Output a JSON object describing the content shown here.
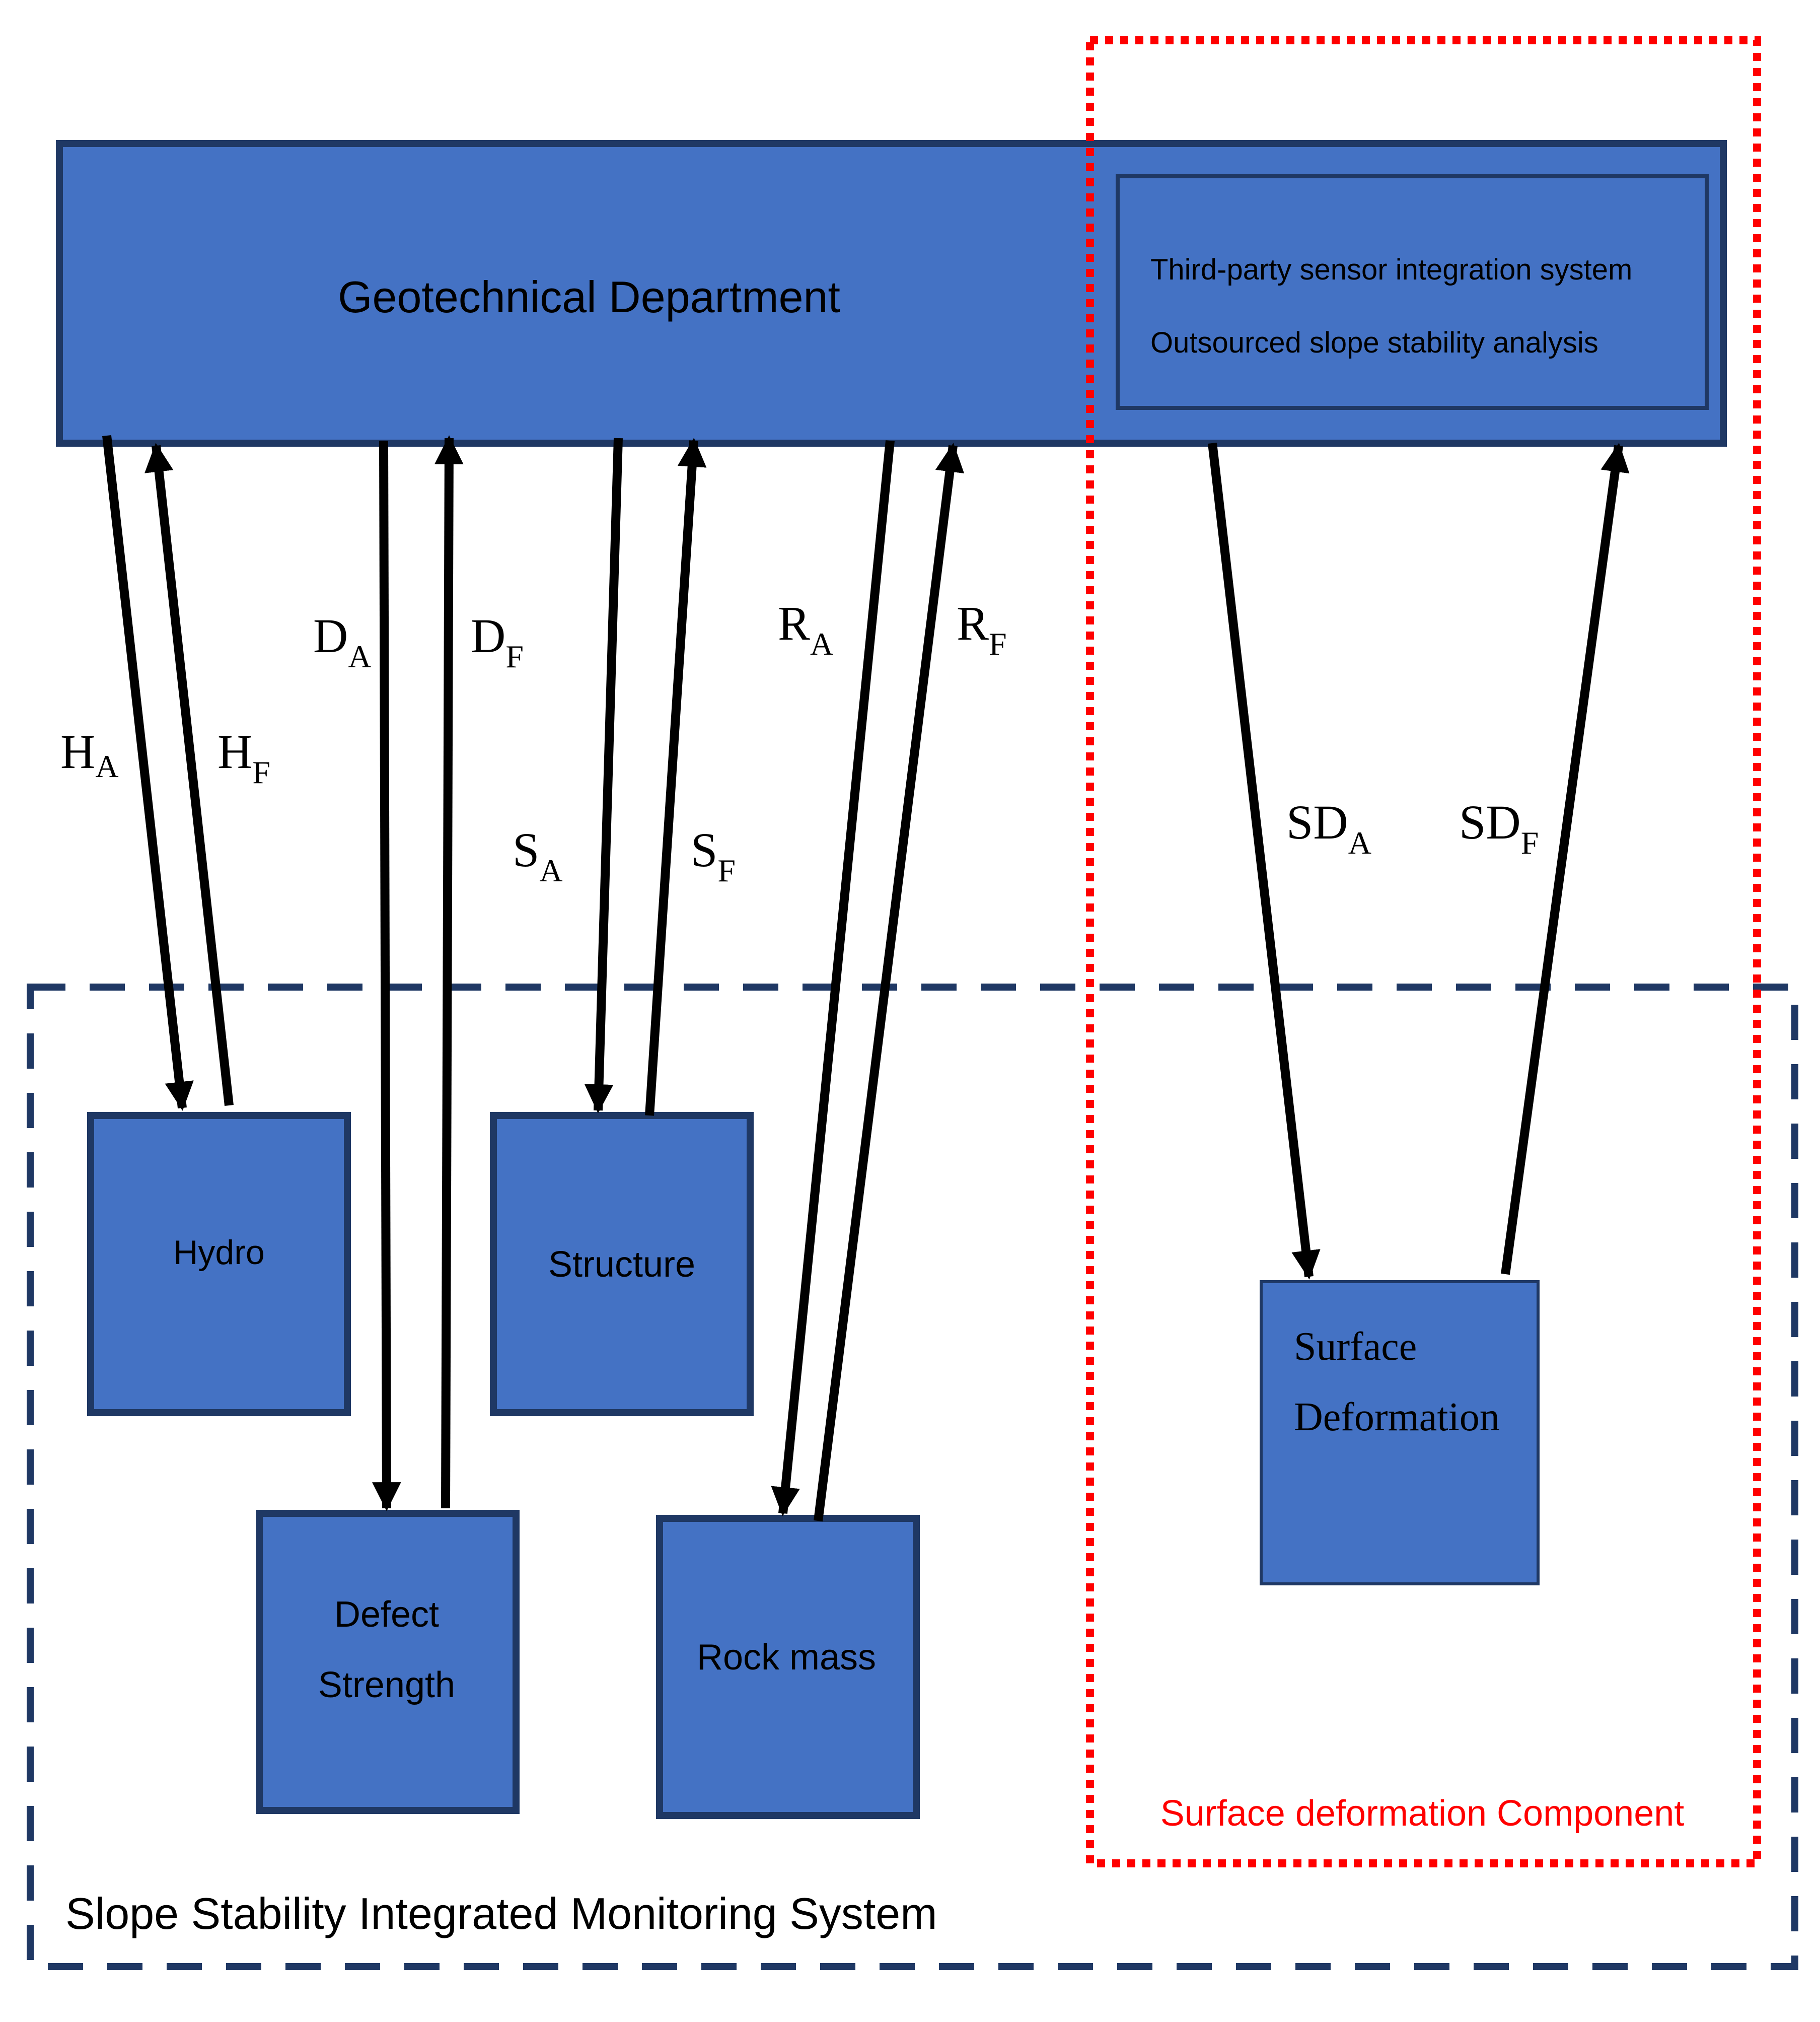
{
  "colors": {
    "box_fill": "#4472C4",
    "box_border": "#1F3864",
    "system_border": "#1F3864",
    "component_border": "#FF0000",
    "arrow": "#000000",
    "component_label": "#FF0000",
    "text": "#000000"
  },
  "geotechnical_department": {
    "label": "Geotechnical Department",
    "third_party_box": {
      "line1": "Third-party sensor integration system",
      "line2": "Outsourced slope stability analysis"
    }
  },
  "system": {
    "label": "Slope Stability Integrated Monitoring System"
  },
  "surface_component": {
    "label": "Surface deformation Component"
  },
  "components": {
    "hydro": {
      "label": "Hydro"
    },
    "defect_strength": {
      "line1": "Defect",
      "line2": "Strength"
    },
    "structure": {
      "label": "Structure"
    },
    "rock_mass": {
      "label": "Rock mass"
    },
    "surface_deformation": {
      "line1": "Surface",
      "line2": "Deformation"
    }
  },
  "flows": {
    "hydro": {
      "action_base": "H",
      "action_sub": "A",
      "feedback_base": "H",
      "feedback_sub": "F"
    },
    "defect": {
      "action_base": "D",
      "action_sub": "A",
      "feedback_base": "D",
      "feedback_sub": "F"
    },
    "structure": {
      "action_base": "S",
      "action_sub": "A",
      "feedback_base": "S",
      "feedback_sub": "F"
    },
    "rock": {
      "action_base": "R",
      "action_sub": "A",
      "feedback_base": "R",
      "feedback_sub": "F"
    },
    "surface": {
      "action_base": "SD",
      "action_sub": "A",
      "feedback_base": "SD",
      "feedback_sub": "F"
    }
  }
}
